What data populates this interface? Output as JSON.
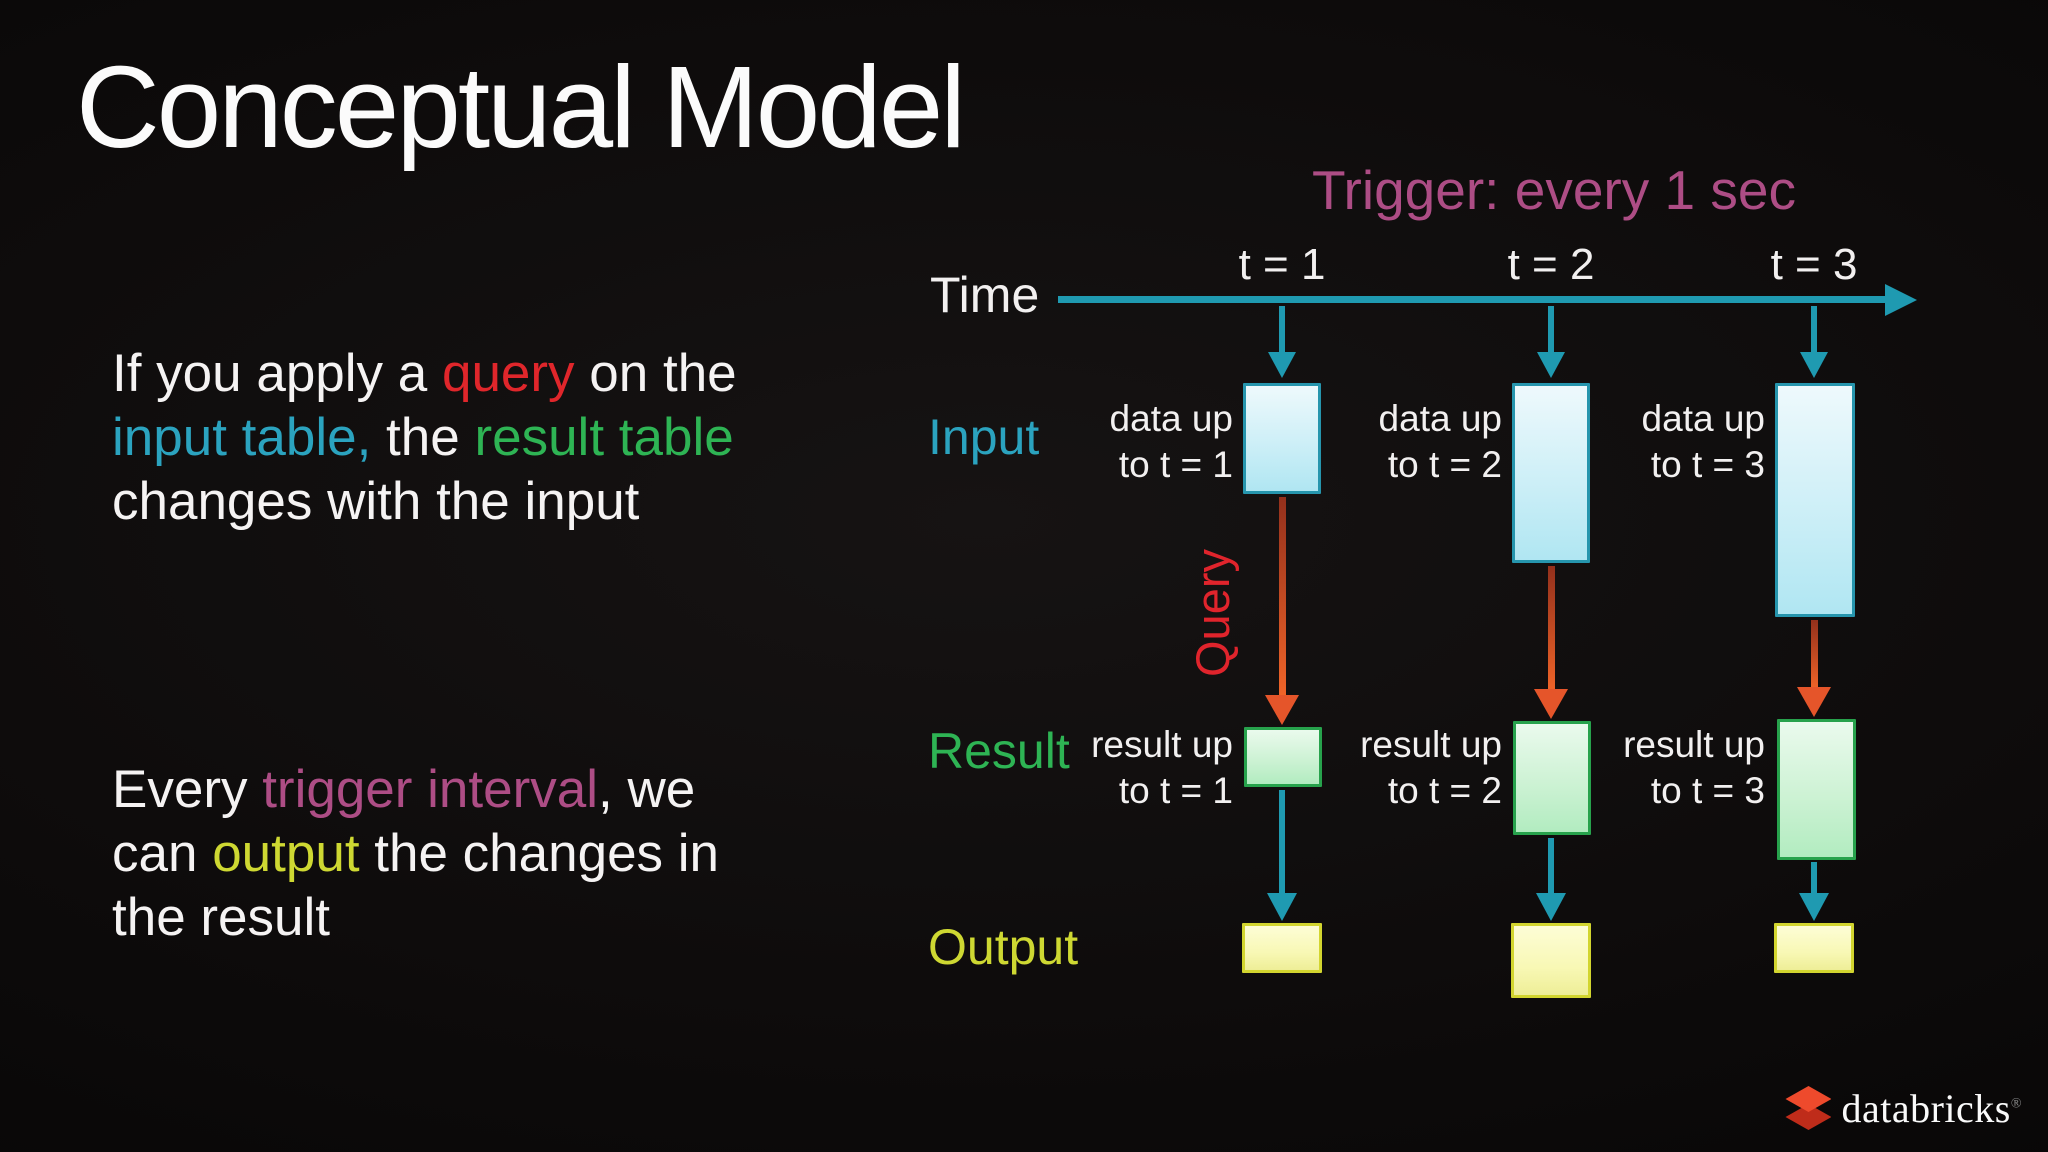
{
  "slide": {
    "title": "Conceptual Model",
    "paragraphs": [
      {
        "lines": [
          [
            {
              "t": "If you apply a ",
              "c": "white"
            },
            {
              "t": "query",
              "c": "red"
            },
            {
              "t": " on the",
              "c": "white"
            }
          ],
          [
            {
              "t": "input table,",
              "c": "teal"
            },
            {
              "t": " the ",
              "c": "white"
            },
            {
              "t": "result table",
              "c": "green"
            }
          ],
          [
            {
              "t": "changes with the input",
              "c": "white"
            }
          ]
        ]
      },
      {
        "lines": [
          [
            {
              "t": "Every ",
              "c": "white"
            },
            {
              "t": "trigger interval",
              "c": "magenta"
            },
            {
              "t": ", we",
              "c": "white"
            }
          ],
          [
            {
              "t": "can ",
              "c": "white"
            },
            {
              "t": "output",
              "c": "yellow"
            },
            {
              "t": " the changes in",
              "c": "white"
            }
          ],
          [
            {
              "t": "the result",
              "c": "white"
            }
          ]
        ]
      }
    ]
  },
  "diagram": {
    "trigger_label": "Trigger: every 1 sec",
    "time_label": "Time",
    "query_label": "Query",
    "rows": {
      "input": "Input",
      "result": "Result",
      "output": "Output"
    },
    "columns": [
      {
        "tick": "t = 1",
        "input_caption": [
          "data up",
          "to t = 1"
        ],
        "result_caption": [
          "result up",
          "to t = 1"
        ]
      },
      {
        "tick": "t = 2",
        "input_caption": [
          "data up",
          "to t = 2"
        ],
        "result_caption": [
          "result up",
          "to t = 2"
        ]
      },
      {
        "tick": "t = 3",
        "input_caption": [
          "data up",
          "to t = 3"
        ],
        "result_caption": [
          "result up",
          "to t = 3"
        ]
      }
    ],
    "colors": {
      "text_red": "#e0262b",
      "text_teal": "#2ba3bf",
      "text_green": "#2eb454",
      "text_magenta": "#ad4d85",
      "text_yellow": "#ced832",
      "arrow_teal": "#1f9ab1",
      "arrow_orange": "#e5552a",
      "input_box_border": "#2695ad",
      "result_box_border": "#27a24c",
      "output_box_border": "#d2d52f"
    }
  },
  "footer": {
    "brand": "databricks",
    "registered_mark": "®"
  }
}
